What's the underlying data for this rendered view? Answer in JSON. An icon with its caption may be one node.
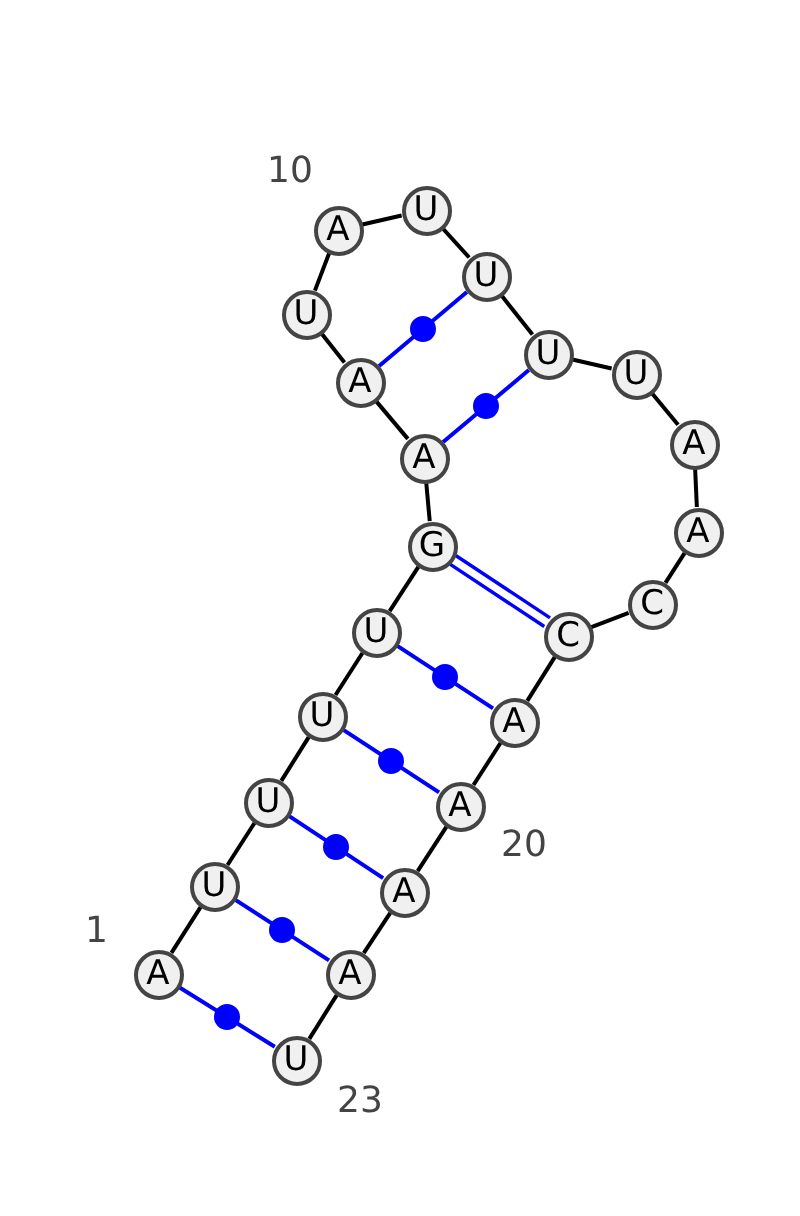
{
  "diagram": {
    "nodes": [
      {
        "text": [
          "A"
        ],
        "beside": [
          "1"
        ]
      },
      {
        "text": [
          "U"
        ]
      },
      {
        "text": [
          "U"
        ]
      },
      {
        "text": [
          "U"
        ]
      },
      {
        "text": [
          "U"
        ]
      },
      {
        "text": [
          "G"
        ]
      },
      {
        "text": [
          "A"
        ]
      },
      {
        "text": [
          "A"
        ]
      },
      {
        "text": [
          "U"
        ]
      },
      {
        "text": [
          "A"
        ],
        "beside": [
          "10"
        ]
      },
      {
        "text": [
          "U"
        ]
      },
      {
        "text": [
          "U"
        ]
      },
      {
        "text": [
          "U"
        ]
      },
      {
        "text": [
          "U"
        ]
      },
      {
        "text": [
          "A"
        ]
      },
      {
        "text": [
          "A"
        ]
      },
      {
        "text": [
          "C"
        ]
      },
      {
        "text": [
          "C"
        ]
      },
      {
        "text": [
          "A"
        ]
      },
      {
        "text": [
          "A"
        ],
        "beside": [
          "20"
        ]
      },
      {
        "text": [
          "A"
        ]
      },
      {
        "text": [
          "A"
        ]
      },
      {
        "text": [
          "U"
        ],
        "beside": [
          "23"
        ]
      }
    ],
    "edges": [
      {
        "from": 0,
        "to": 1,
        "arrow": "none"
      },
      {
        "from": 1,
        "to": 2,
        "arrow": "none"
      },
      {
        "from": 2,
        "to": 3,
        "arrow": "none"
      },
      {
        "from": 3,
        "to": 4,
        "arrow": "none"
      },
      {
        "from": 4,
        "to": 5,
        "arrow": "none"
      },
      {
        "from": 5,
        "to": 6,
        "arrow": "none"
      },
      {
        "from": 6,
        "to": 7,
        "arrow": "none"
      },
      {
        "from": 7,
        "to": 8,
        "arrow": "none"
      },
      {
        "from": 8,
        "to": 9,
        "arrow": "none"
      },
      {
        "from": 9,
        "to": 10,
        "arrow": "none"
      },
      {
        "from": 10,
        "to": 11,
        "arrow": "none"
      },
      {
        "from": 11,
        "to": 12,
        "arrow": "none"
      },
      {
        "from": 12,
        "to": 13,
        "arrow": "none"
      },
      {
        "from": 13,
        "to": 14,
        "arrow": "none"
      },
      {
        "from": 14,
        "to": 15,
        "arrow": "none"
      },
      {
        "from": 15,
        "to": 16,
        "arrow": "none"
      },
      {
        "from": 16,
        "to": 17,
        "arrow": "none"
      },
      {
        "from": 17,
        "to": 18,
        "arrow": "none"
      },
      {
        "from": 18,
        "to": 19,
        "arrow": "none"
      },
      {
        "from": 19,
        "to": 20,
        "arrow": "none"
      },
      {
        "from": 20,
        "to": 21,
        "arrow": "none"
      },
      {
        "from": 21,
        "to": 22,
        "arrow": "none"
      },
      {
        "from": 0,
        "to": 22,
        "arrow": "none",
        "color": "#0000ff"
      },
      {
        "from": 1,
        "to": 21,
        "arrow": "none",
        "color": "#0000ff"
      },
      {
        "from": 2,
        "to": 20,
        "arrow": "none",
        "color": "#0000ff"
      },
      {
        "from": 3,
        "to": 19,
        "arrow": "none",
        "color": "#0000ff"
      },
      {
        "from": 4,
        "to": 18,
        "arrow": "none",
        "color": "#0000ff"
      },
      {
        "from": 5,
        "to": 17,
        "arrow": "none",
        "color": "#0000ff"
      },
      {
        "from": 6,
        "to": 12,
        "arrow": "none",
        "color": "#0000ff"
      },
      {
        "from": 7,
        "to": 11,
        "arrow": "none",
        "color": "#0000ff"
      }
    ]
  }
}
